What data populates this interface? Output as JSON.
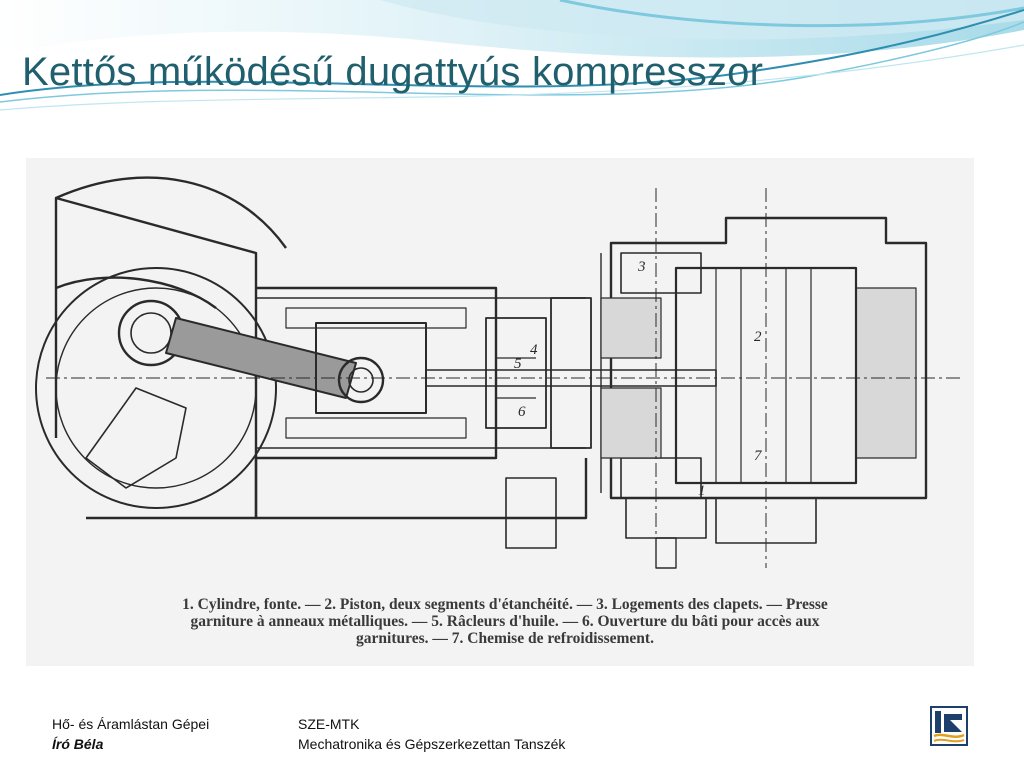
{
  "slide": {
    "title": "Kettős működésű dugattyús kompresszor",
    "accent_color": "#1f5f6e",
    "banner_colors": [
      "#bfe6f0",
      "#7ec9dd",
      "#2e8fb0"
    ]
  },
  "figure": {
    "labels": [
      "1",
      "2",
      "3",
      "4",
      "5",
      "6",
      "7"
    ],
    "caption_lines": [
      "1. Cylindre, fonte. — 2. Piston, deux segments d'étanchéité. — 3. Logements des clapets. — Presse",
      "garniture à anneaux métalliques. — 5. Râcleurs d'huile. — 6. Ouverture du bâti pour accès aux",
      "garnitures. — 7. Chemise de refroidissement."
    ]
  },
  "footer": {
    "left_line1": "Hő- és Áramlástan Gépei",
    "left_line2": "Író Béla",
    "mid_line1": "SZE-MTK",
    "mid_line2": "Mechatronika és Gépszerkezettan Tanszék",
    "logo": "sze-logo-icon"
  }
}
